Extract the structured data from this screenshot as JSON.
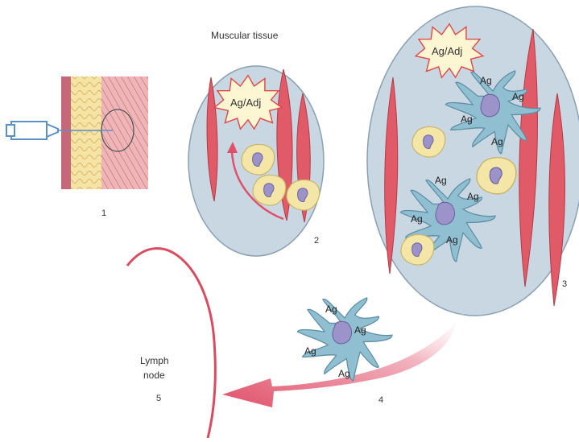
{
  "labels": {
    "title": "Muscular tissue",
    "adjuvant": "Ag/Adj",
    "antigen": "Ag",
    "lymph_node": [
      "Lymph",
      "node"
    ],
    "steps": [
      "1",
      "2",
      "3",
      "4",
      "5"
    ]
  },
  "colors": {
    "muscle": "#e05a67",
    "muscle_light": "#f6b9bf",
    "vesicle_fill": "#c9d7e2",
    "vesicle_stroke": "#8aa0b1",
    "dendritic_cell": "#8fbfd0",
    "nucleus": "#9d93cb",
    "macrophage": "#f4e6a6",
    "burst_fill": "#fdf6d2",
    "burst_stroke": "#e04a4a",
    "arrow": "#e0506a",
    "syringe": "#5b8fc7"
  },
  "icons": {
    "syringe": "syringe-icon",
    "burst": "antigen-adjuvant-burst",
    "dendritic": "dendritic-cell",
    "macrophage": "macrophage-cell"
  }
}
